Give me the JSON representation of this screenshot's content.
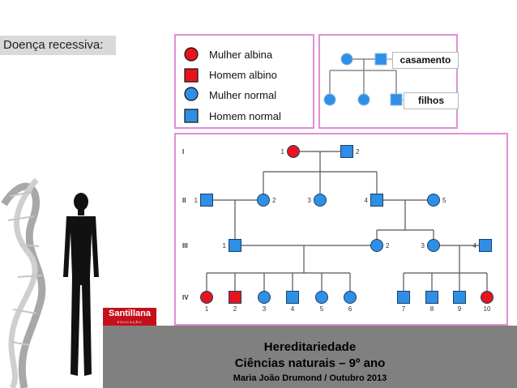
{
  "title": "Doença recessiva:",
  "legend": [
    {
      "shape": "circle",
      "color": "#e8141c",
      "label": "Mulher albina"
    },
    {
      "shape": "square",
      "color": "#e8141c",
      "label": "Homem albino"
    },
    {
      "shape": "circle",
      "color": "#2f8fe6",
      "label": "Mulher normal"
    },
    {
      "shape": "square",
      "color": "#2f8fe6",
      "label": "Homem normal"
    }
  ],
  "key": {
    "marriage_label": "casamento",
    "children_label": "filhos"
  },
  "colors": {
    "albino": "#e8141c",
    "normal": "#2f8fe6",
    "panel_border": "#e08fd8"
  },
  "pedigree": {
    "generations": [
      "I",
      "II",
      "III",
      "IV"
    ],
    "individuals": [
      {
        "gen": "I",
        "num": "1",
        "sex": "female",
        "status": "albino"
      },
      {
        "gen": "I",
        "num": "2",
        "sex": "male",
        "status": "normal"
      },
      {
        "gen": "II",
        "num": "1",
        "sex": "male",
        "status": "normal"
      },
      {
        "gen": "II",
        "num": "2",
        "sex": "female",
        "status": "normal"
      },
      {
        "gen": "II",
        "num": "3",
        "sex": "female",
        "status": "normal"
      },
      {
        "gen": "II",
        "num": "4",
        "sex": "male",
        "status": "normal"
      },
      {
        "gen": "II",
        "num": "5",
        "sex": "female",
        "status": "normal"
      },
      {
        "gen": "III",
        "num": "1",
        "sex": "male",
        "status": "normal"
      },
      {
        "gen": "III",
        "num": "2",
        "sex": "female",
        "status": "normal"
      },
      {
        "gen": "III",
        "num": "3",
        "sex": "female",
        "status": "normal"
      },
      {
        "gen": "III",
        "num": "4",
        "sex": "male",
        "status": "normal"
      },
      {
        "gen": "IV",
        "num": "1",
        "sex": "female",
        "status": "albino"
      },
      {
        "gen": "IV",
        "num": "2",
        "sex": "male",
        "status": "albino"
      },
      {
        "gen": "IV",
        "num": "3",
        "sex": "female",
        "status": "normal"
      },
      {
        "gen": "IV",
        "num": "4",
        "sex": "male",
        "status": "normal"
      },
      {
        "gen": "IV",
        "num": "5",
        "sex": "female",
        "status": "normal"
      },
      {
        "gen": "IV",
        "num": "6",
        "sex": "female",
        "status": "normal"
      },
      {
        "gen": "IV",
        "num": "7",
        "sex": "male",
        "status": "normal"
      },
      {
        "gen": "IV",
        "num": "8",
        "sex": "male",
        "status": "normal"
      },
      {
        "gen": "IV",
        "num": "9",
        "sex": "male",
        "status": "normal"
      },
      {
        "gen": "IV",
        "num": "10",
        "sex": "female",
        "status": "albino"
      }
    ]
  },
  "publisher": "Santillana",
  "publisher_sub": "EDUCAÇÃO",
  "footer": {
    "title": "Hereditariedade",
    "subtitle": "Ciências naturais – 9º ano",
    "author": "Maria João Drumond / Outubro 2013"
  }
}
